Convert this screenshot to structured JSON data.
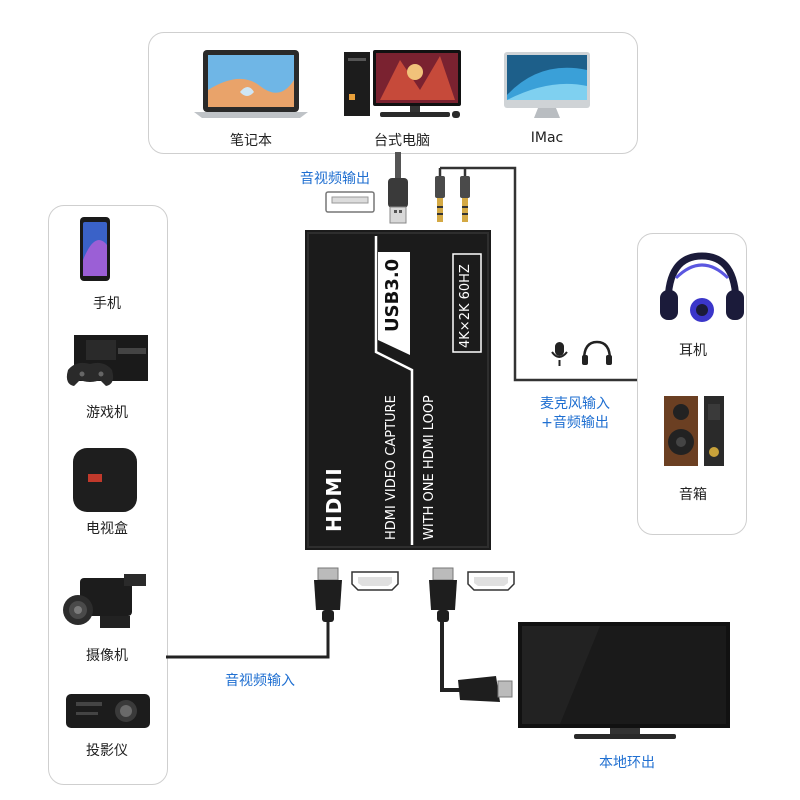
{
  "top_devices": {
    "laptop": "笔记本",
    "desktop": "台式电脑",
    "imac": "IMac"
  },
  "left_devices": {
    "phone": "手机",
    "console": "游戏机",
    "tvbox": "电视盒",
    "camera": "摄像机",
    "projector": "投影仪"
  },
  "right_devices": {
    "headphones": "耳机",
    "speakers": "音箱"
  },
  "connections": {
    "av_out": "音视频输出",
    "mic_in": "麦克风输入",
    "audio_out": "+音频输出",
    "av_in": "音视频输入",
    "loop_out": "本地环出"
  },
  "device": {
    "hdmi_logo": "HDMI",
    "usb": "USB3.0",
    "resolution": "4K×2K 60HZ",
    "line1": "HDMI VIDEO CAPTURE",
    "line2": "WITH ONE HDMI LOOP"
  },
  "colors": {
    "label_blue": "#1f6fd1",
    "device_body": "#1b1b1b",
    "panel_border": "#cfcfcf"
  }
}
